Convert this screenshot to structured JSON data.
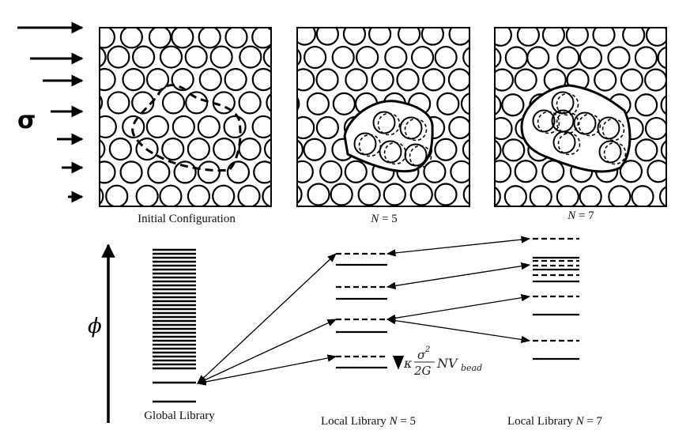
{
  "stress_symbol": "σ",
  "panels": [
    {
      "caption": "Initial Configuration",
      "region": "dashed"
    },
    {
      "caption_var": "N",
      "caption_rest": " = 5",
      "region": "solid-cluster-5"
    },
    {
      "caption_var": "N",
      "caption_rest": " = 7",
      "region": "solid-cluster-7"
    }
  ],
  "energy_axis_symbol": "ϕ",
  "libraries": {
    "global": {
      "label": "Global Library"
    },
    "local5": {
      "label_prefix": "Local Library ",
      "label_var": "N",
      "label_rest": " = 5"
    },
    "local7": {
      "label_prefix": "Local Library ",
      "label_var": "N",
      "label_rest": " = 7"
    }
  },
  "formula": {
    "kappa": "κ",
    "numerator": "σ",
    "exponent": "2",
    "denominator": "2G",
    "tail": "NV",
    "subscript": "bead"
  },
  "colors": {
    "ink": "#000000",
    "background": "#ffffff"
  }
}
